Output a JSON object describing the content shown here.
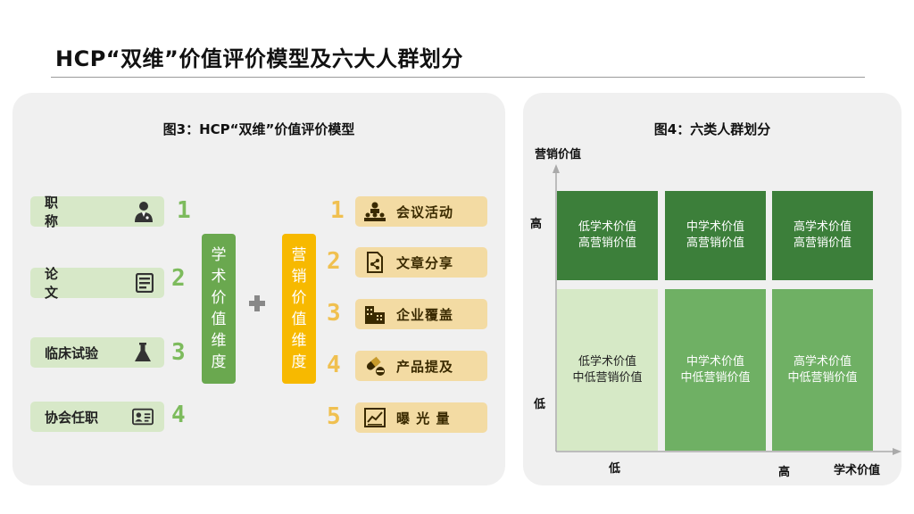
{
  "page_title": "HCP“双维”价值评价模型及六大人群划分",
  "left_panel": {
    "title": "图3：HCP“双维”价值评价模型",
    "academic_items": [
      {
        "label": "职 称",
        "icon": "doctor-icon",
        "number": "1"
      },
      {
        "label": "论 文",
        "icon": "document-list-icon",
        "number": "2"
      },
      {
        "label": "临床试验",
        "icon": "flask-icon",
        "number": "3"
      },
      {
        "label": "协会任职",
        "icon": "id-card-icon",
        "number": "4"
      }
    ],
    "academic_bar": "学术价值维度",
    "plus": "+",
    "marketing_bar": "营销价值维度",
    "marketing_items": [
      {
        "label": "会议活动",
        "icon": "meeting-icon",
        "number": "1"
      },
      {
        "label": "文章分享",
        "icon": "share-document-icon",
        "number": "2"
      },
      {
        "label": "企业覆盖",
        "icon": "building-icon",
        "number": "3"
      },
      {
        "label": "产品提及",
        "icon": "pill-icon",
        "number": "4"
      },
      {
        "label": "曝 光 量",
        "icon": "chart-icon",
        "number": "5"
      }
    ]
  },
  "right_panel": {
    "title": "图4：六类人群划分",
    "y_axis_label": "营销价值",
    "x_axis_label": "学术价值",
    "y_high": "高",
    "y_low": "低",
    "x_low": "低",
    "x_high": "高",
    "top_row": [
      {
        "line1": "低学术价值",
        "line2": "高营销价值"
      },
      {
        "line1": "中学术价值",
        "line2": "高营销价值"
      },
      {
        "line1": "高学术价值",
        "line2": "高营销价值"
      }
    ],
    "bottom_row": [
      {
        "line1": "低学术价值",
        "line2": "中低营销价值"
      },
      {
        "line1": "中学术价值",
        "line2": "中低营销价值"
      },
      {
        "line1": "高学术价值",
        "line2": "中低营销价值"
      }
    ]
  },
  "colors": {
    "green_pill": "#d7e8c8",
    "gold_pill": "#f3dba3",
    "academic_bar": "#6aa84f",
    "marketing_bar": "#f7b900",
    "dark_cell": "#3c7f3a",
    "light_cell": "#d6e9c6",
    "mid_cell": "#6fb064"
  }
}
